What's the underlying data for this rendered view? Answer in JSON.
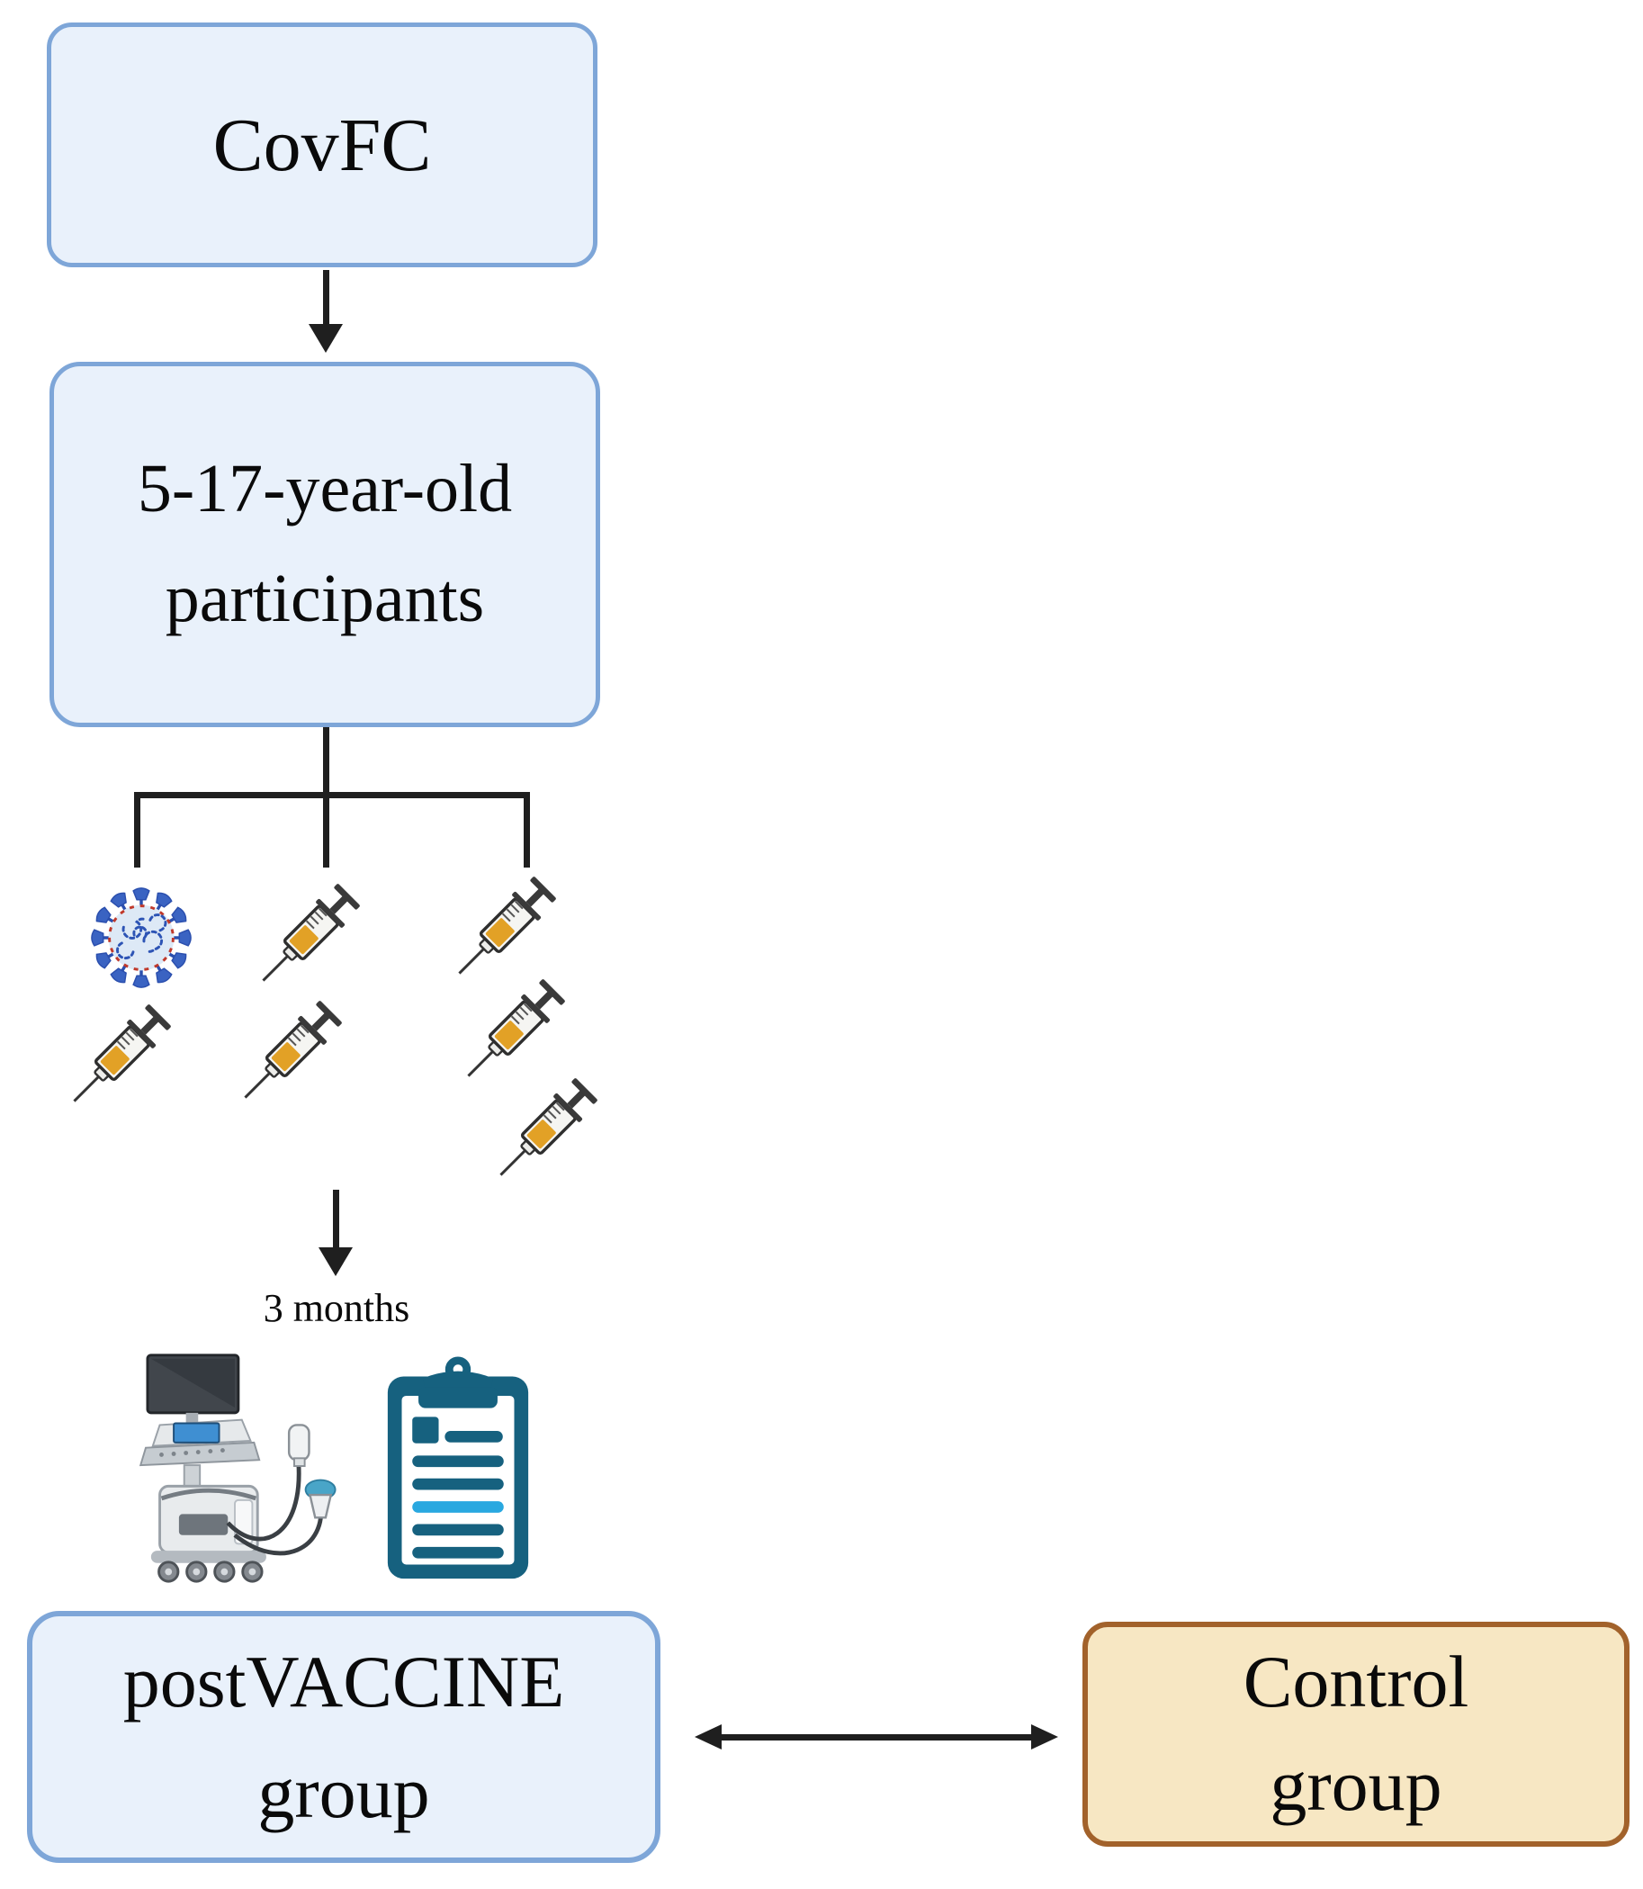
{
  "figure": {
    "background": "#ffffff",
    "nodes": {
      "covfc": {
        "label": "CovFC",
        "fill": "#e9f1fb",
        "border": "#7ea6d8"
      },
      "participants": {
        "lines": [
          "5-17-year-old",
          "participants"
        ],
        "fill": "#e9f1fb",
        "border": "#7ea6d8"
      },
      "postvaccine": {
        "lines": [
          "postVACCINE",
          "group"
        ],
        "fill": "#e9f1fb",
        "border": "#7ea6d8"
      },
      "control": {
        "lines": [
          "Control",
          "group"
        ],
        "fill": "#f7e7c3",
        "border": "#a2622b"
      }
    },
    "annotations": {
      "followup_label": "3 months"
    },
    "branches": [
      {
        "icons": [
          "virus-icon",
          "syringe-icon"
        ]
      },
      {
        "icons": [
          "syringe-icon",
          "syringe-icon"
        ]
      },
      {
        "icons": [
          "syringe-icon",
          "syringe-icon",
          "syringe-icon"
        ]
      }
    ],
    "assessment_icons": [
      "ultrasound-machine-icon",
      "clipboard-icon"
    ],
    "colors": {
      "line": "#1f1f1f",
      "text": "#0a0a0a",
      "syringe_fluid": "#e2a126",
      "syringe_metal": "#3a3a3a",
      "virus_blue": "#3a63c2",
      "virus_ring_red": "#c0392b",
      "virus_body": "#dde9f6",
      "clipboard_teal": "#16617f",
      "clipboard_highlight": "#29a8e0",
      "ultrasound_screen_blue": "#3f8fd2"
    }
  }
}
